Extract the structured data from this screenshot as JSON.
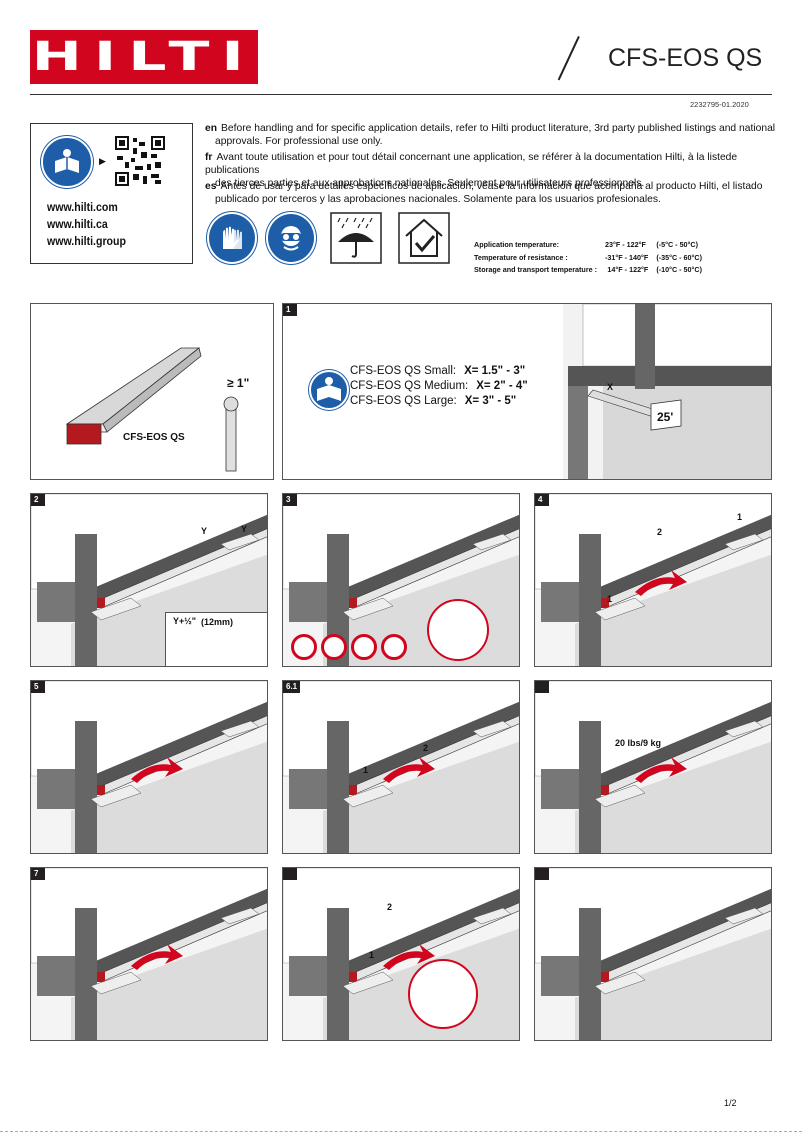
{
  "brand": {
    "logo_text": "HILTI",
    "color": "#d2051e"
  },
  "product_name": "CFS-EOS QS",
  "doc_number": "2232795-01.2020",
  "links": [
    "www.hilti.com",
    "www.hilti.ca",
    "www.hilti.group"
  ],
  "instructions": [
    {
      "lang": "en",
      "line1": "Before handling and for specific application details, refer to Hilti product literature, 3rd party published listings and national",
      "line2": "approvals. For professional use only."
    },
    {
      "lang": "fr",
      "line1": "Avant toute utilisation et pour tout détail concernant une application, se référer à la documentation Hilti, à la listede publications",
      "line2": "des tierces parties et aux approbations nationales. Seulement pour utilisateurs professionnels."
    },
    {
      "lang": "es",
      "line1": "Antes de usar y para detalles específicos de aplicación, véase la información que acompaña al producto Hilti, el listado",
      "line2": "publicado por terceros y las aprobaciones nacionales. Solamente para los usuarios profesionales."
    }
  ],
  "temperatures": [
    {
      "label": "Application temperature:",
      "f": "23°F - 122°F",
      "c": "(-5°C - 50°C)"
    },
    {
      "label": "Temperature of resistance :",
      "f": "-31°F - 140°F",
      "c": "(-35°C - 60°C)"
    },
    {
      "label": "Storage and transport temperature :",
      "f": "14°F - 122°F",
      "c": "(-10°C - 50°C)"
    }
  ],
  "intro_panel": {
    "product_label": "CFS-EOS QS",
    "min_dim": "≥ 1\""
  },
  "sizes": [
    {
      "name": "CFS-EOS QS Small:",
      "value": "X= 1.5\" -  3\""
    },
    {
      "name": "CFS-EOS QS Medium:",
      "value": "X= 2\" - 4\""
    },
    {
      "name": "CFS-EOS QS Large:",
      "value": "X= 3\" - 5\""
    }
  ],
  "steps": [
    {
      "num": "1",
      "labels": [
        "X",
        "25'"
      ]
    },
    {
      "num": "2",
      "labels": [
        "Y",
        "Y",
        "Y+½\"",
        "(12mm)"
      ]
    },
    {
      "num": "3",
      "labels": []
    },
    {
      "num": "4",
      "labels": [
        "1",
        "2",
        "1"
      ]
    },
    {
      "num": "5",
      "labels": []
    },
    {
      "num": "6.1",
      "labels": [
        "1",
        "2"
      ]
    },
    {
      "num": "",
      "labels": [
        "20 lbs/9 kg"
      ]
    },
    {
      "num": "7",
      "labels": []
    },
    {
      "num": "",
      "labels": [
        "2",
        "1"
      ]
    },
    {
      "num": "",
      "labels": []
    }
  ],
  "page": "1/2"
}
